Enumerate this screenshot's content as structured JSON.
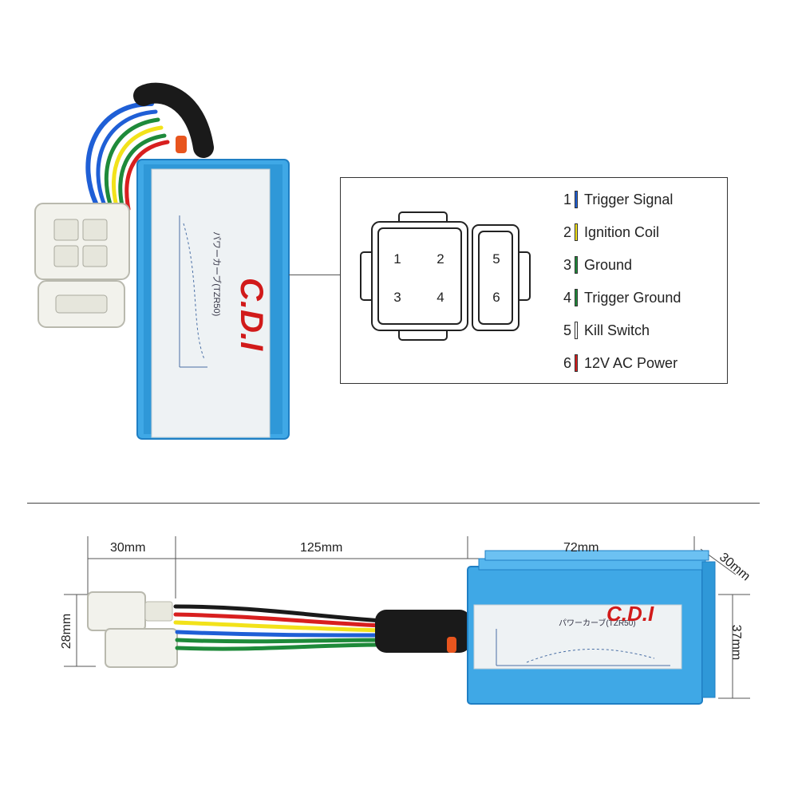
{
  "product": {
    "label": "C.D.I",
    "module_caption": "パワーカーブ(TZR50)"
  },
  "pinout": {
    "connector_pins": [
      "1",
      "2",
      "3",
      "4",
      "5",
      "6"
    ],
    "legend": [
      {
        "num": "1",
        "label": "Trigger Signal",
        "color": "#1f5fd6"
      },
      {
        "num": "2",
        "label": "Ignition Coil",
        "color": "#f2e21a"
      },
      {
        "num": "3",
        "label": "Ground",
        "color": "#1e8a3a"
      },
      {
        "num": "4",
        "label": "Trigger Ground",
        "color": "#1e8a3a"
      },
      {
        "num": "5",
        "label": "Kill Switch",
        "color": "#ffffff"
      },
      {
        "num": "6",
        "label": "12V AC Power",
        "color": "#d81f1f"
      }
    ]
  },
  "dimensions": {
    "connector_length": "30mm",
    "cable_length": "125mm",
    "body_length": "72mm",
    "body_depth": "30mm",
    "connector_height": "28mm",
    "body_height": "37mm"
  },
  "colors": {
    "housing_blue": "#3fa8e6",
    "housing_blue_dark": "#1f7fc4",
    "label_red": "#d11a1a",
    "connector_white": "#f2f2ec"
  }
}
